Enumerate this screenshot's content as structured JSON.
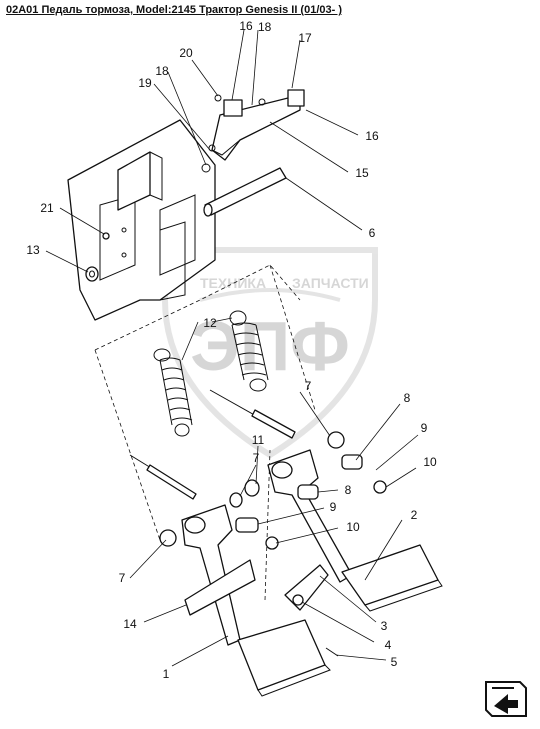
{
  "header": {
    "title": "02A01 Педаль тормоза, Model:2145 Трактор Genesis II (01/03- )"
  },
  "watermark": {
    "top_text": "ТЕХНИКА",
    "top_text_right": "ЗАПЧАСТИ",
    "logo_text": "ЭПФ"
  },
  "callouts": [
    {
      "id": "c16a",
      "label": "16"
    },
    {
      "id": "c18a",
      "label": "18"
    },
    {
      "id": "c17",
      "label": "17"
    },
    {
      "id": "c20",
      "label": "20"
    },
    {
      "id": "c18b",
      "label": "18"
    },
    {
      "id": "c19",
      "label": "19"
    },
    {
      "id": "c16b",
      "label": "16"
    },
    {
      "id": "c15",
      "label": "15"
    },
    {
      "id": "c21",
      "label": "21"
    },
    {
      "id": "c6",
      "label": "6"
    },
    {
      "id": "c13",
      "label": "13"
    },
    {
      "id": "c12",
      "label": "12"
    },
    {
      "id": "c7a",
      "label": "7"
    },
    {
      "id": "c8a",
      "label": "8"
    },
    {
      "id": "c9a",
      "label": "9"
    },
    {
      "id": "c11",
      "label": "11"
    },
    {
      "id": "c7b",
      "label": "7"
    },
    {
      "id": "c10a",
      "label": "10"
    },
    {
      "id": "c8b",
      "label": "8"
    },
    {
      "id": "c9b",
      "label": "9"
    },
    {
      "id": "c10b",
      "label": "10"
    },
    {
      "id": "c2",
      "label": "2"
    },
    {
      "id": "c7c",
      "label": "7"
    },
    {
      "id": "c14",
      "label": "14"
    },
    {
      "id": "c3",
      "label": "3"
    },
    {
      "id": "c4",
      "label": "4"
    },
    {
      "id": "c5",
      "label": "5"
    },
    {
      "id": "c1",
      "label": "1"
    }
  ],
  "navigation": {
    "next_icon": "arrow-next-icon"
  }
}
